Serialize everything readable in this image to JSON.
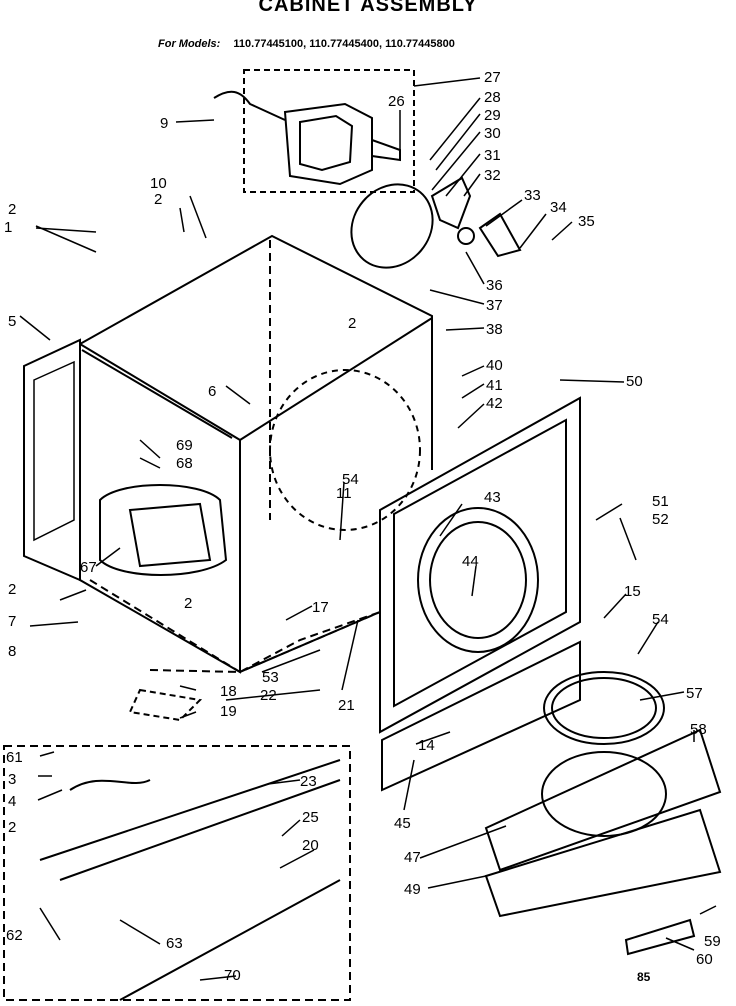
{
  "header": {
    "title": "CABINET ASSEMBLY",
    "models_label": "For Models:",
    "models": "110.77445100, 110.77445400, 110.77445800"
  },
  "footer": {
    "code": "85"
  },
  "callouts": {
    "c1": "1",
    "c2a": "2",
    "c2b": "2",
    "c2c": "2",
    "c2d": "2",
    "c2e": "2",
    "c2f": "2",
    "c3": "3",
    "c4": "4",
    "c5": "5",
    "c6": "6",
    "c7": "7",
    "c8": "8",
    "c9": "9",
    "c10": "10",
    "c11": "11",
    "c14": "14",
    "c15": "15",
    "c17": "17",
    "c18": "18",
    "c19": "19",
    "c20": "20",
    "c21": "21",
    "c22": "22",
    "c23": "23",
    "c25": "25",
    "c26": "26",
    "c27": "27",
    "c28": "28",
    "c29": "29",
    "c30": "30",
    "c31": "31",
    "c32": "32",
    "c33": "33",
    "c34": "34",
    "c35": "35",
    "c36": "36",
    "c37": "37",
    "c38": "38",
    "c40": "40",
    "c41": "41",
    "c42": "42",
    "c43": "43",
    "c44": "44",
    "c45": "45",
    "c47": "47",
    "c49": "49",
    "c50": "50",
    "c51": "51",
    "c52": "52",
    "c53": "53",
    "c54a": "54",
    "c54b": "54",
    "c57": "57",
    "c58": "58",
    "c59": "59",
    "c60": "60",
    "c61": "61",
    "c62": "62",
    "c63": "63",
    "c67": "67",
    "c68": "68",
    "c69": "69",
    "c70": "70"
  }
}
